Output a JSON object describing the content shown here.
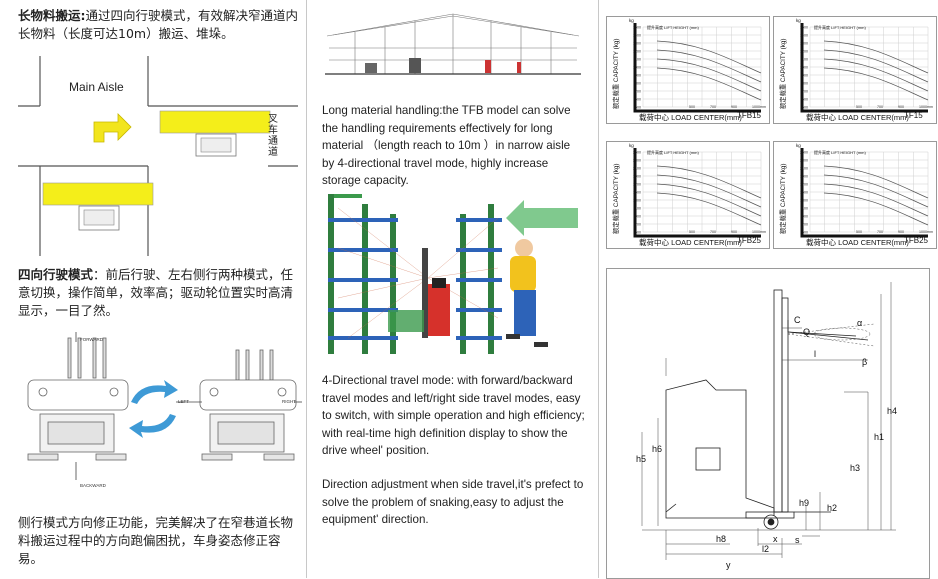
{
  "left": {
    "long_material": {
      "heading": "长物料搬运:",
      "body": "通过四向行驶模式，有效解决窄通道内长物料（长度可达10m）搬运、堆垛。"
    },
    "aisle_diagram": {
      "main_aisle_label": "Main Aisle",
      "rack_label": "叉车通道"
    },
    "four_way": {
      "heading": "四向行驶模式",
      "body": "：前后行驶、左右侧行两种模式，任意切换，操作简单，效率高；驱动轮位置实时高清显示，一目了然。"
    },
    "direction_labels": {
      "forward": "FORWARD",
      "backward": "BACKWARD",
      "left": "LEFT",
      "right": "RIGHT"
    },
    "correction": "侧行模式方向修正功能，完美解决了在窄巷道长物料搬运过程中的方向跑偏困扰，车身姿态修正容易。"
  },
  "middle": {
    "para1": "Long material handling:the TFB model can solve the handling requirements  effectively for long material （length reach to 10m ）in narrow aisle by 4-directional travel mode, highly increase storage capacity.",
    "para2": "4-Directional travel mode: with forward/backward travel modes and left/right side travel modes, easy to switch, with simple operation and high efficiency; with real-time high definition display to show the drive wheel' position.",
    "para3": "Direction adjustment when side travel,it's prefect to solve the problem of snaking,easy to adjust the equipment' direction."
  },
  "charts": {
    "ylabel": "额定载重 CAPACITY (kg)",
    "unit": "kg",
    "legend_title": "提升高度 LIFT HEIGHT (mm)",
    "x_ticks": [
      "500",
      "700",
      "900",
      "1000mm"
    ],
    "panels": [
      {
        "xlabel": "载荷中心  LOAD CENTER(mm)",
        "model": "TFB15",
        "y_ticks": [
          "1500",
          "1400",
          "1300",
          "1200",
          "1100",
          "1000",
          "900",
          "800",
          "700",
          "600",
          "500"
        ]
      },
      {
        "xlabel": "载荷中心  LOAD CENTER(mm)",
        "model": "TF15",
        "y_ticks": [
          "1500",
          "1400",
          "1300",
          "1200",
          "1100",
          "1000",
          "900",
          "800",
          "700",
          "600",
          "500"
        ]
      },
      {
        "xlabel": "载荷中心  LOAD CENTER(mm)",
        "model": "TFB25",
        "y_ticks": [
          "2500",
          "2300",
          "2100",
          "1900",
          "1700",
          "1500",
          "1300",
          "1100",
          "900",
          "700",
          "500"
        ]
      },
      {
        "xlabel": "载荷中心  LOAD CENTER(mm)",
        "model": "TFB25",
        "y_ticks": [
          "2500",
          "2300",
          "2100",
          "1900",
          "1700",
          "1500",
          "1300",
          "1100",
          "900",
          "700",
          "500"
        ]
      }
    ]
  },
  "dimensions": {
    "labels": {
      "c": "C",
      "q": "Q",
      "alpha": "α",
      "beta": "β",
      "l": "l",
      "h4": "h4",
      "h1": "h1",
      "h3": "h3",
      "h6": "h6",
      "h5": "h5",
      "h9": "h9",
      "h2": "h2",
      "h8": "h8",
      "x": "x",
      "l2": "l2",
      "y": "y",
      "s": "s"
    }
  },
  "colors": {
    "rack_green": "#2f7d3e",
    "rack_blue": "#2d63b8",
    "truck_red": "#d6312b",
    "banner_yellow": "#f4ee1a",
    "arrow_yellow": "#f2e51d",
    "arrow_blue": "#3e9ad6"
  }
}
